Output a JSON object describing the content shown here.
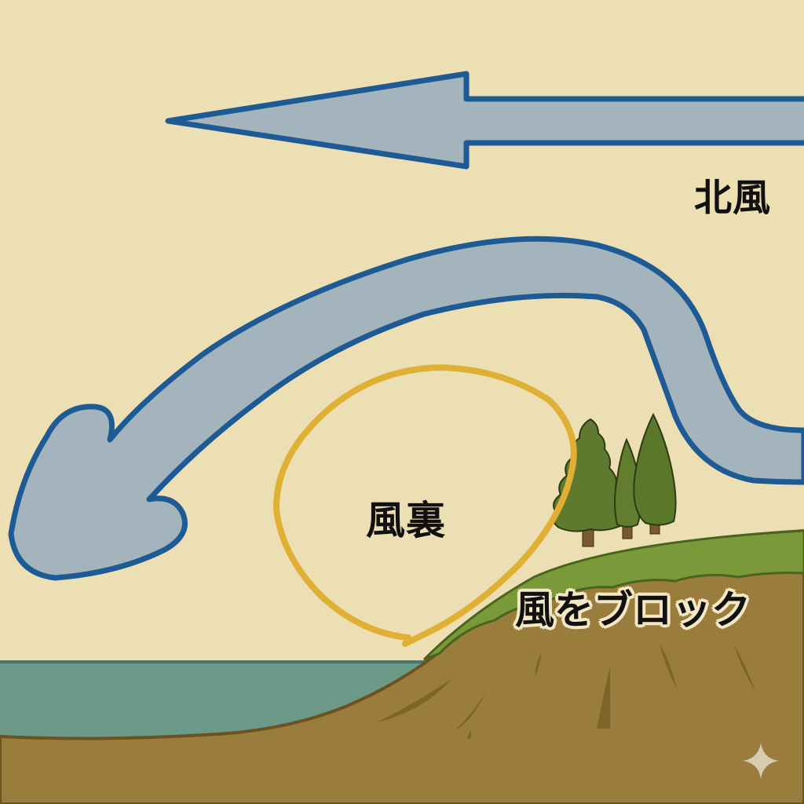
{
  "diagram": {
    "labels": {
      "north_wind": "北風",
      "lee_side": "風裏",
      "block_wind": "風をブロック"
    },
    "elements": {
      "straight_arrow": {
        "direction": "left",
        "meaning": "北風"
      },
      "curved_arrow": {
        "direction": "down-left",
        "path": "over hill then curving down"
      },
      "lee_zone": {
        "shape": "loop",
        "color": "#e0b035"
      },
      "trees": {
        "count": 3
      },
      "sea": {
        "color": "#6b9a88"
      },
      "hill": {
        "grass_color": "#7a9a3a",
        "soil_color": "#9a7d3c"
      }
    },
    "colors": {
      "background": "#ecdfb4",
      "arrow_fill": "#a4b4bc",
      "arrow_stroke": "#1e5a94",
      "lee_loop": "#e0b035",
      "sea": "#6b9a88",
      "soil": "#9a7d3c",
      "grass": "#7a9a3a",
      "tree": "#5f7a2e",
      "text": "#111111"
    },
    "icons": {
      "sparkle": "four-point-star"
    }
  }
}
